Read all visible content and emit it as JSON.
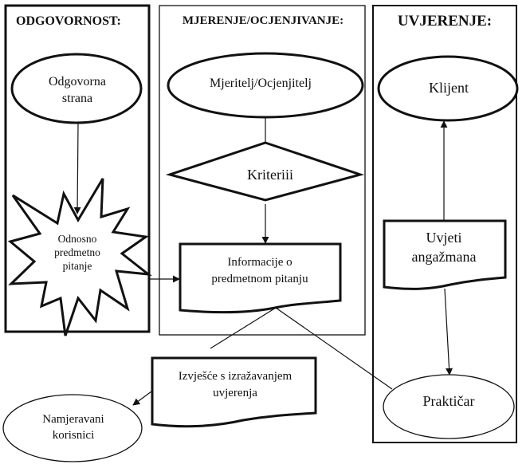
{
  "diagram": {
    "colors": {
      "stroke": "#111111",
      "background": "#ffffff"
    },
    "columns": [
      {
        "id": "responsibility",
        "header": "ODGOVORNOST:"
      },
      {
        "id": "measurement",
        "header": "MJERENJE/OCJENJIVANJE:"
      },
      {
        "id": "assurance",
        "header": "UVJERENJE:"
      }
    ],
    "nodes": {
      "responsible_party": {
        "shape": "ellipse",
        "lines": [
          "Odgovorna",
          "strana"
        ]
      },
      "subject_matter": {
        "shape": "starburst",
        "lines": [
          "Odnosno",
          "predmetno",
          "pitanje"
        ]
      },
      "measurer": {
        "shape": "ellipse",
        "lines": [
          "Mjeritelj/Ocjenjitelj"
        ]
      },
      "criteria": {
        "shape": "diamond",
        "lines": [
          "Kriteriii"
        ]
      },
      "subject_info": {
        "shape": "document",
        "lines": [
          "Informacije o",
          "predmetnom pitanju"
        ]
      },
      "client": {
        "shape": "ellipse",
        "lines": [
          "Klijent"
        ]
      },
      "engagement_terms": {
        "shape": "document",
        "lines": [
          "Uvjeti",
          "angažmana"
        ]
      },
      "practitioner": {
        "shape": "ellipse",
        "lines": [
          "Praktičar"
        ]
      },
      "assurance_report": {
        "shape": "document",
        "lines": [
          "Izvješće s izražavanjem",
          "uvjerenja"
        ]
      },
      "intended_users": {
        "shape": "ellipse",
        "lines": [
          "Namjeravani",
          "korisnici"
        ]
      }
    },
    "edges": [
      {
        "from": "responsible_party",
        "to": "subject_matter",
        "arrow": true
      },
      {
        "from": "subject_matter",
        "to": "subject_info",
        "arrow": true
      },
      {
        "from": "measurer",
        "to": "criteria",
        "arrow": false
      },
      {
        "from": "criteria",
        "to": "subject_info",
        "arrow": true
      },
      {
        "from": "engagement_terms",
        "to": "client",
        "arrow": true
      },
      {
        "from": "engagement_terms",
        "to": "practitioner",
        "arrow": true
      },
      {
        "from": "subject_info",
        "to": "practitioner",
        "arrow": false
      },
      {
        "from": "subject_info",
        "to": "assurance_report",
        "arrow": false
      },
      {
        "from": "assurance_report",
        "to": "intended_users",
        "arrow": true
      }
    ]
  }
}
